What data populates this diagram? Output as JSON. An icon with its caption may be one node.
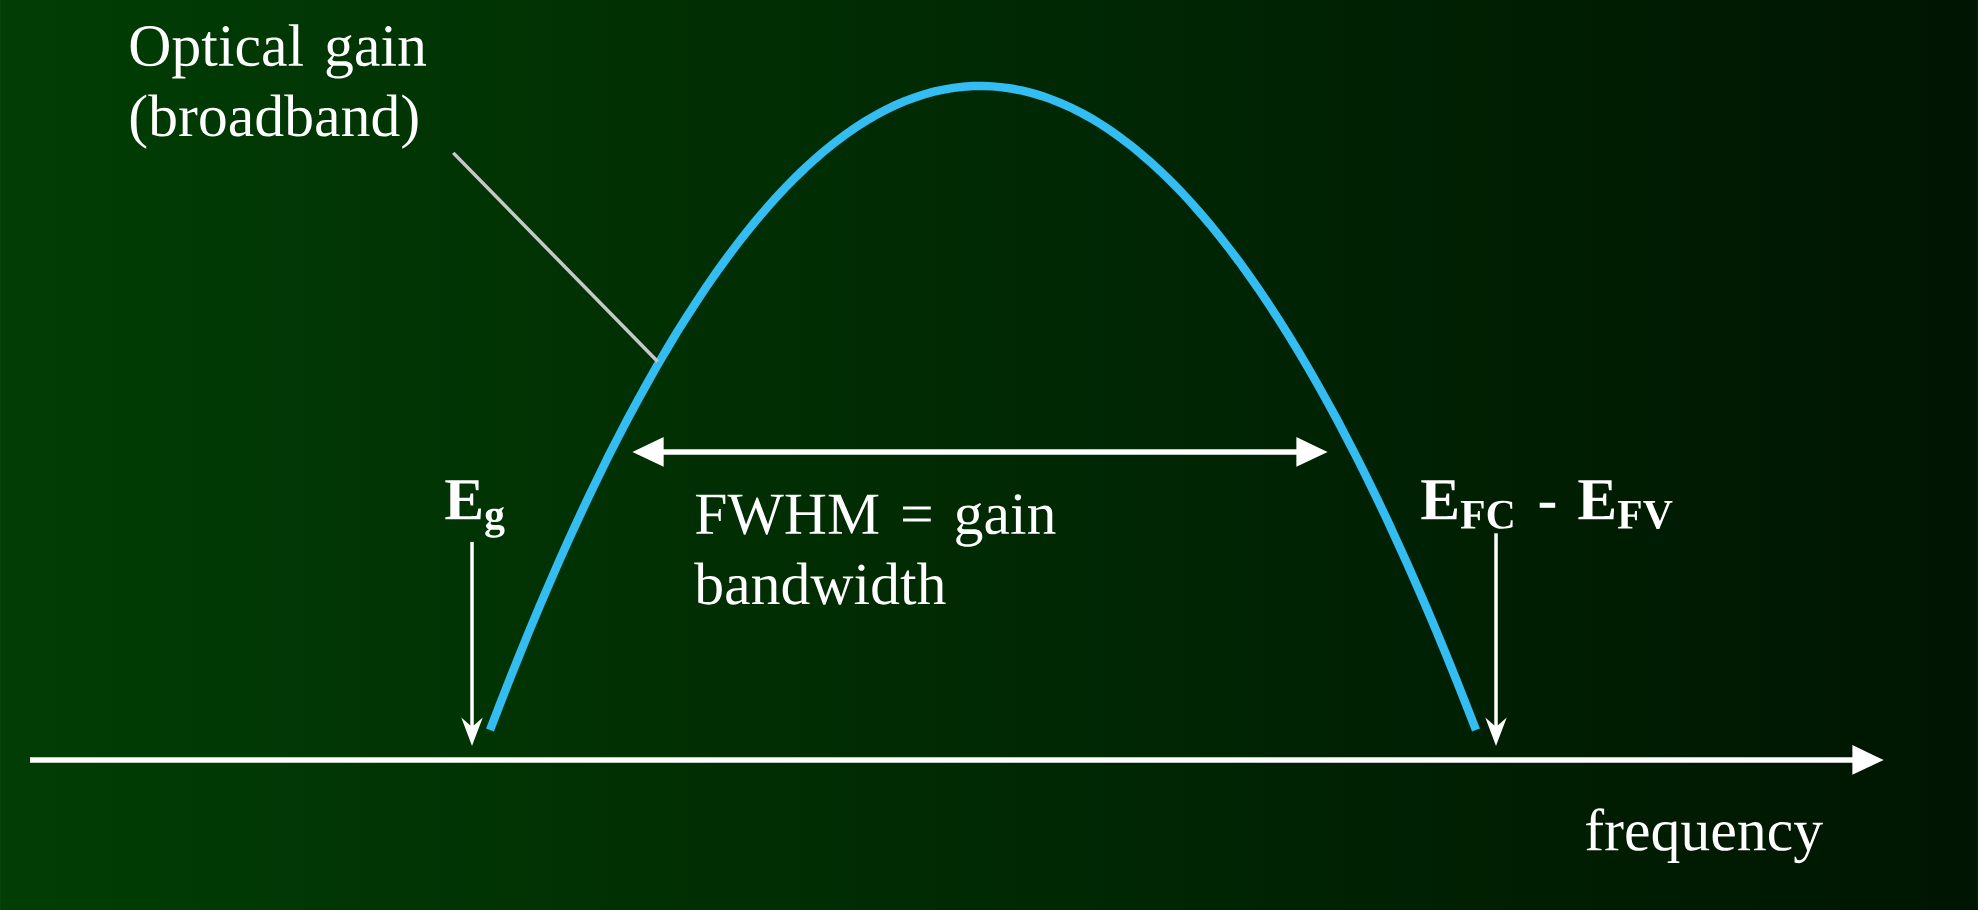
{
  "diagram": {
    "nodes": [
      {
        "text": [
          "Optical gain (broadband)"
        ]
      },
      {
        "text": [],
        "shape": "curve"
      },
      {
        "text": [
          "E$_{g}$"
        ]
      },
      {
        "text": [
          "E$_{FC}$ - E$_{FV}$"
        ]
      }
    ],
    "edges": [
      {
        "from": 0,
        "to": 1,
        "arrow": "none",
        "color": "#c8c8c8"
      },
      {
        "from": 2,
        "to": 1,
        "arrow": "to"
      },
      {
        "from": 3,
        "to": 1,
        "arrow": "to"
      }
    ],
    "labels": [
      "FWHM = gain bandwidth",
      "frequency"
    ]
  }
}
